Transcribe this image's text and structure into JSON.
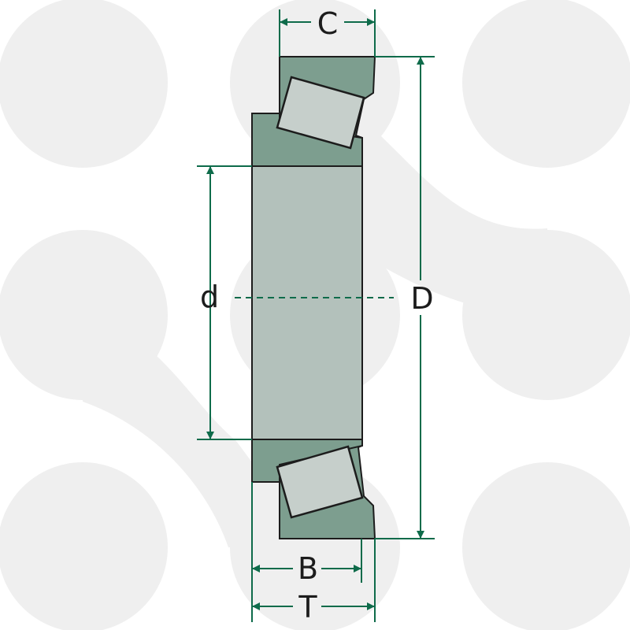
{
  "diagram": {
    "labels": {
      "C": "C",
      "D": "D",
      "d": "d",
      "B": "B",
      "T": "T"
    }
  },
  "colors": {
    "background_shapes": "#efefef",
    "ring": "#7d9e8f",
    "roller": "#c6cfcb",
    "bore": "#b3c1bb",
    "outline": "#1c1c1c",
    "dimension": "#0e6b4a"
  }
}
